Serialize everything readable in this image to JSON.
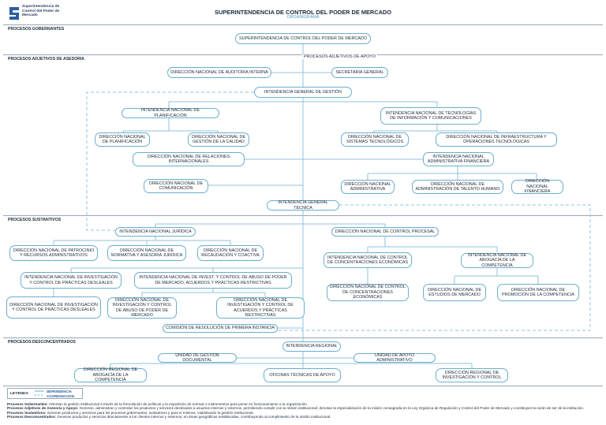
{
  "header": {
    "logo_text": "Superintendencia de Control del Poder de Mercado",
    "title": "SUPERINTENDENCIA DE CONTROL DEL PODER DE MERCADO",
    "subtitle": "ORGANIGRAMA"
  },
  "sections": {
    "gobernantes": "PROCESOS GOBERNANTES",
    "asesoria": "PROCESOS ADJETIVOS DE ASESORIA",
    "sustantivos": "PROCESOS SUSTANTIVOS",
    "desconcentrados": "PROCESOS DESCONCENTRADOS"
  },
  "labels": {
    "apoyo": "PROCESOS ADJETIVOS DE APOYO"
  },
  "units": {
    "superintendencia": "SUPERINTENDENCIA DE CONTROL DEL PODER DE MERCADO",
    "auditoria": "DIRECCIÓN NACIONAL DE AUDITORÍA INTERNA",
    "secretaria": "SECRETARÍA GENERAL",
    "intendencia_gestion": "INTENDENCIA GENERAL DE GESTIÓN",
    "int_planificacion": "INTENDENCIA NACIONAL DE PLANIFICACIÓN",
    "dir_planificacion": "DIRECCIÓN NACIONAL DE PLANIFICACIÓN",
    "dir_calidad": "DIRECCIÓN NACIONAL DE GESTIÓN DE LA CALIDAD",
    "int_tecnologias": "INTENDENCIA NACIONAL DE TECNOLOGÍAS DE INFORMACIÓN Y COMUNICACIONES",
    "dir_sistemas": "DIRECCIÓN NACIONAL DE SISTEMAS TECNOLÓGICOS",
    "dir_infraestructura": "DIRECCIÓN NACIONAL DE INFRAESTRUCTURA Y OPERACIONES TECNOLÓGICAS",
    "dir_relaciones": "DIRECCIÓN NACIONAL DE RELACIONES INTERNACIONALES",
    "int_admin_financiera": "INTENDENCIA NACIONAL ADMINISTRATIVA FINANCIERA",
    "dir_comunicacion": "DIRECCIÓN NACIONAL DE COMUNICACIÓN",
    "dir_administrativa": "DIRECCIÓN NACIONAL ADMINISTRATIVA",
    "dir_talento": "DIRECCIÓN NACIONAL DE ADMINISTRACIÓN DE TALENTO HUMANO",
    "dir_financiera": "DIRECCIÓN NACIONAL FINANCIERA",
    "intendencia_tecnica": "INTENDENCIA GENERAL TÉCNICA",
    "int_juridica": "INTENDENCIA NACIONAL JURÍDICA",
    "dir_control_procesal": "DIRECCIÓN NACIONAL DE CONTROL PROCESAL",
    "dir_patrocinio": "DIRECCIÓN NACIONAL DE PATROCINIO Y RECURSOS ADMINISTRATIVOS",
    "dir_normativa": "DIRECCIÓN NACIONAL DE NORMATIVA Y ASESORÍA JURÍDICA",
    "dir_recaudacion": "DIRECCIÓN NACIONAL DE RECAUDACIÓN Y COACTIVA",
    "int_concentraciones": "INTENDENCIA NACIONAL DE CONTROL DE CONCENTRACIONES ECONÓMICAS",
    "int_abogacia": "INTENDENCIA NACIONAL DE ABOGACÍA DE LA COMPETENCIA",
    "int_investigacion": "INTENDENCIA NACIONAL DE INVESTIGACIÓN Y CONTROL DE PRÁCTICAS DESLEALES",
    "int_abuso": "INTENDENCIA NACIONAL DE INVEST. Y CONTROL DE ABUSO DE PODER DE MERCADO, ACUERDOS Y PRÁCTICAS RESTRICTIVAS",
    "dir_control_concentraciones": "DIRECCIÓN NACIONAL DE CONTROL DE CONCENTRACIONES ECONÓMICAS",
    "dir_estudios": "DIRECCIÓN NACIONAL DE ESTUDIOS DE MERCADO",
    "dir_promocion": "DIRECCIÓN NACIONAL DE PROMOCIÓN DE LA COMPETENCIA",
    "dir_desleales": "DIRECCIÓN NACIONAL DE INVESTIGACIÓN Y CONTROL DE PRÁCTICAS DESLEALES",
    "dir_abuso": "DIRECCIÓN NACIONAL DE INVESTIGACIÓN Y CONTROL DE ABUSO DE PODER DE MERCADO",
    "dir_acuerdos": "DIRECCIÓN NACIONAL DE INVESTIGACIÓN Y CONTROL DE ACUERDOS Y PRÁCTICAS RESTRICTIVAS",
    "comision": "COMISIÓN DE RESOLUCIÓN DE PRIMERA INSTANCIA",
    "int_regional": "INTENDENCIA REGIONAL",
    "unidad_documental": "UNIDAD DE GESTIÓN DOCUMENTAL",
    "unidad_apoyo": "UNIDAD DE APOYO ADMINISTRATIVO",
    "dir_reg_abogacia": "DIRECCIÓN REGIONAL DE ABOGACÍA DE LA COMPETENCIA",
    "oficinas": "OFICINAS TÉCNICAS DE APOYO",
    "dir_reg_investigacion": "DIRECCIÓN REGIONAL DE INVESTIGACIÓN Y CONTROL"
  },
  "legend": {
    "title": "LEYENDA",
    "dependencia": "DEPENDENCIA",
    "coordinacion": "COORDINACION"
  },
  "footnotes": [
    {
      "term": "Procesos Gobernantes:",
      "text": " Orientan la gestión institucional a través de la formulación de políticas y la expedición de normas e instrumentos para poner en funcionamiento a la organización."
    },
    {
      "term": "Procesos Adjetivos de Asesoría y Apoyo:",
      "text": " Generan, administran y controlan los productos y servicios destinados a usuarios internos y externos, permitiendo cumplir con la misión institucional; denotan la especialización de la misión consagrada en la Ley Orgánica de Regulación y Control del Poder de Mercado y constituyen la razón de ser de la institución."
    },
    {
      "term": "Procesos Sustantivos:",
      "text": " Generan productos y servicios para los procesos gobernantes, sustantivos y para sí mismos, viabilizando la gestión institucional."
    },
    {
      "term": "Procesos Desconcentrados:",
      "text": " Generan productos y servicios directamente a los clientes internos y externos, en áreas geográficas establecidas, contribuyendo al cumplimiento de la misión institucional."
    }
  ],
  "colors": {
    "box_border": "#6aaed0",
    "connector": "#8fc3dd",
    "title_text": "#1c2b3a"
  }
}
